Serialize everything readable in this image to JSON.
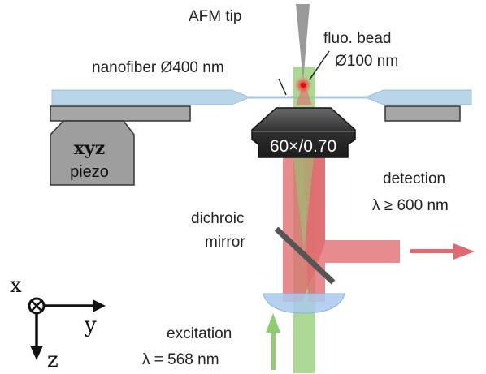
{
  "labels": {
    "afm_tip": "AFM tip",
    "fluo_bead_line1": "fluo. bead",
    "fluo_bead_line2": "Ø100 nm",
    "nanofiber": "nanofiber Ø400 nm",
    "objective": "60×/0.70",
    "piezo_line1": "xyz",
    "piezo_line2": "piezo",
    "detection_line1": "detection",
    "detection_line2": "λ ≥ 600 nm",
    "dichroic_line1": "dichroic",
    "dichroic_line2": "mirror",
    "excitation_line1": "excitation",
    "excitation_line2": "λ = 568 nm"
  },
  "axes": {
    "x": "x",
    "y": "y",
    "z": "z"
  },
  "colors": {
    "fiber": "#b9d5ea",
    "stage": "#a6a6a6",
    "excitation": "#8fcc72",
    "detection": "#e06a70",
    "objective": "#3a3a3a",
    "lens": "#a9c9ec",
    "tip": "#9a9a9a"
  }
}
